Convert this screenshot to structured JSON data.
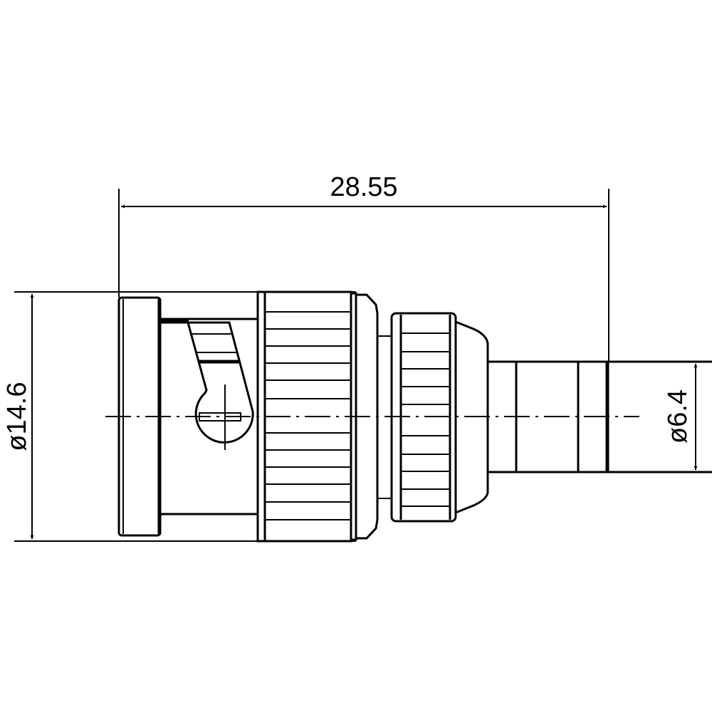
{
  "dimensions": {
    "overall_length": "28.55",
    "max_diameter": "ø14.6",
    "cable_diameter": "ø6.4"
  },
  "colors": {
    "line": "#000000",
    "background": "#ffffff"
  }
}
